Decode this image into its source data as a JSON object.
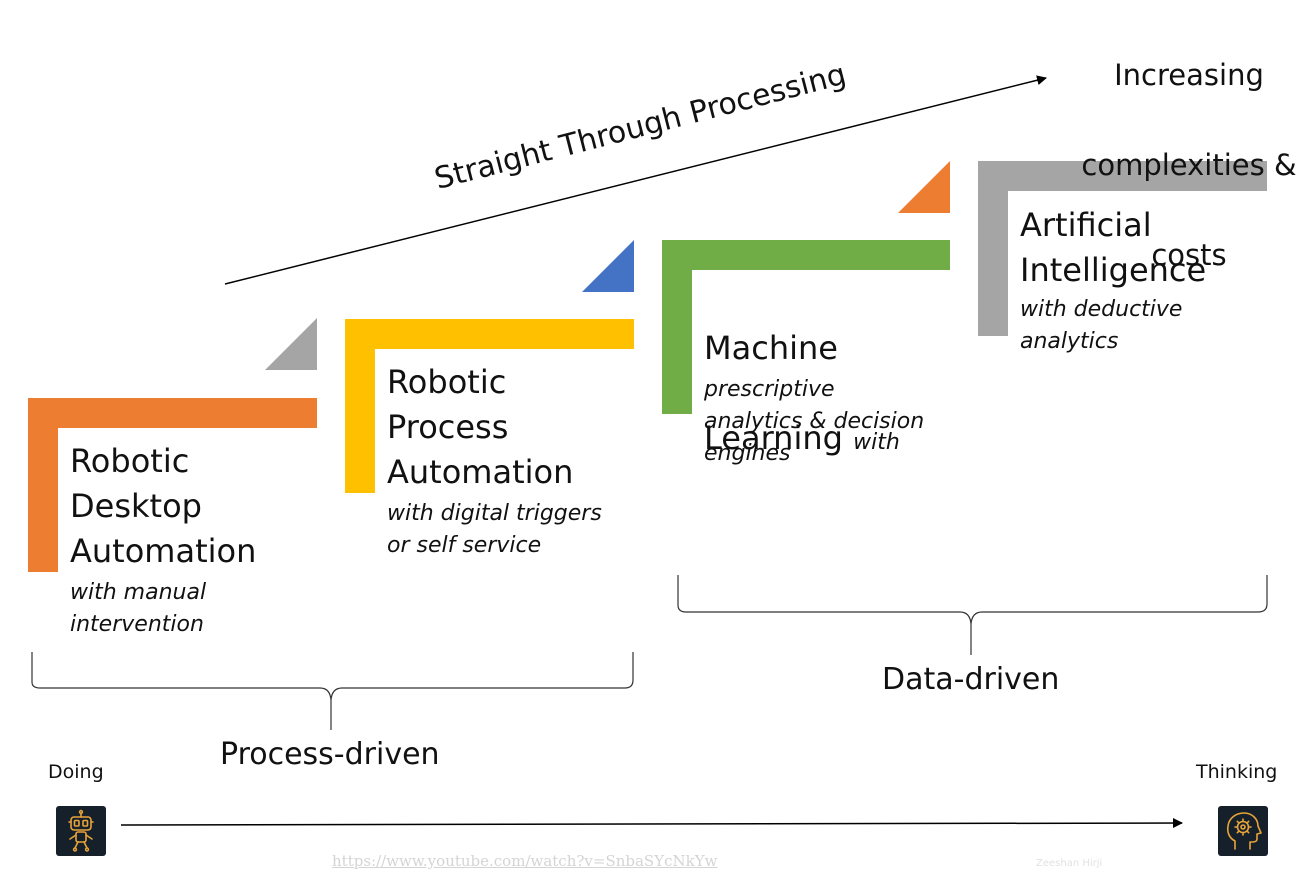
{
  "colors": {
    "orange": "#ED7D31",
    "yellow": "#FFC000",
    "green": "#70AD47",
    "gray": "#A5A5A5",
    "blue": "#4472C4",
    "icon_bg": "#15202B",
    "icon_stroke": "#E8A33A"
  },
  "header": {
    "arrow_label": "Straight Through Processing",
    "goal_line1": "Increasing",
    "goal_line2": "complexities &",
    "goal_line3": "costs"
  },
  "stages": [
    {
      "title": "Robotic\nDesktop\nAutomation",
      "subtitle": "with manual\nintervention"
    },
    {
      "title": "Robotic\nProcess\nAutomation",
      "subtitle": "with digital triggers\nor self service"
    },
    {
      "title_line1": "Machine",
      "title_line2": "Learning",
      "subtitle_inline": "with",
      "subtitle": "prescriptive\nanalytics & decision\nengines"
    },
    {
      "title": "Artificial\nIntelligence",
      "subtitle": "with deductive\nanalytics"
    }
  ],
  "groups": {
    "process": "Process-driven",
    "data": "Data-driven"
  },
  "axis": {
    "start_label": "Doing",
    "end_label": "Thinking",
    "start_icon": "robot-icon",
    "end_icon": "head-gear-icon"
  },
  "watermark": {
    "url": "https://www.youtube.com/watch?v=SnbaSYcNkYw",
    "credit": "Zeeshan Hirji"
  }
}
